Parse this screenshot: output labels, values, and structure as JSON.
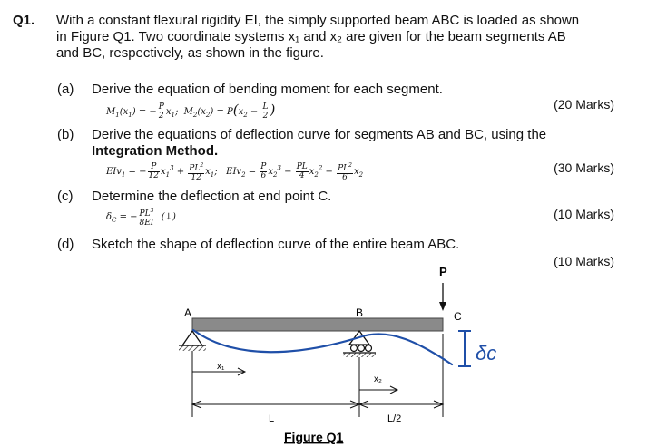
{
  "question": {
    "number": "Q1.",
    "lines": [
      "With a constant flexural rigidity EI, the simply supported beam ABC is loaded as shown",
      "in Figure Q1.  Two coordinate systems x₁ and x₂ are given for the beam segments AB",
      "and BC, respectively, as shown in the figure."
    ]
  },
  "parts": [
    {
      "label": "(a)",
      "text": "Derive the equation of bending moment for each segment.",
      "marks": "(20 Marks)",
      "answer": "M₁(x₁) = −(P/2)x₁;  M₂(x₂) = P(x₂ − L/2)"
    },
    {
      "label": "(b)",
      "text_line1": "Derive the equations of deflection curve for segments AB and BC, using the",
      "text_line2": "Integration Method.",
      "marks": "(30 Marks)",
      "answer": "EIv₁ = −(P/12)x₁³ + (PL²/12)x₁;  EIv₂ = (P/6)x₂³ − (PL/4)x₂² − (PL²/6)x₂"
    },
    {
      "label": "(c)",
      "text": "Determine the deflection at end point C.",
      "marks": "(10 Marks)",
      "answer": "δc = −PL³/8EI (↓)"
    },
    {
      "label": "(d)",
      "text": "Sketch the shape of deflection curve of the entire beam ABC.",
      "marks": "(10 Marks)"
    }
  ],
  "figure": {
    "caption": "Figure Q1",
    "point_a": "A",
    "point_b": "B",
    "point_c": "C",
    "load": "P",
    "coord_x1": "x₁",
    "coord_x2": "x₂",
    "dim_l": "L",
    "dim_l2": "L/2",
    "handwritten_delta": "δc",
    "beam_color": "#8a8a8a",
    "curve_color": "#1f4fa8"
  }
}
